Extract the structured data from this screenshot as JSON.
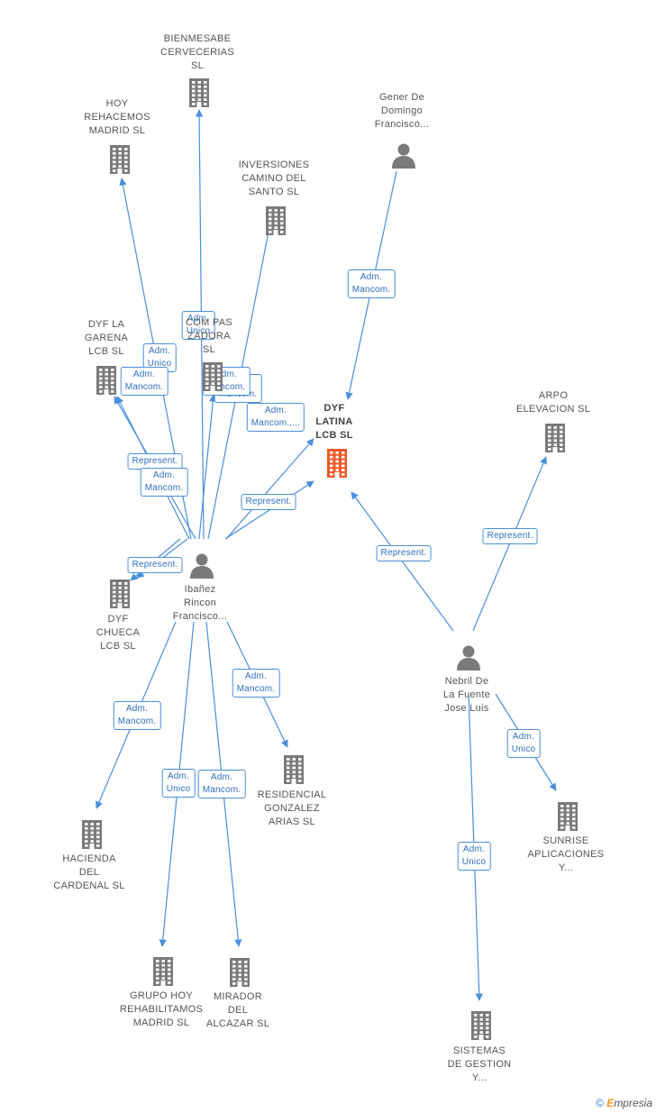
{
  "diagram": {
    "colors": {
      "edge": "#4a8fdc",
      "label_border": "#4a8fdc",
      "label_text": "#2f6fbf",
      "company": "#7a7a7a",
      "main_company": "#f05a28",
      "person": "#7a7a7a"
    },
    "nodes": [
      {
        "id": "bienmesabe",
        "type": "company",
        "label": "BIENMESABE\nCERVECERIAS\nSL",
        "icon": "building-icon"
      },
      {
        "id": "hoy_rehacemos",
        "type": "company",
        "label": "HOY\nREHACEMOS\nMADRID SL",
        "icon": "building-icon"
      },
      {
        "id": "inversiones",
        "type": "company",
        "label": "INVERSIONES\nCAMINO DEL\nSANTO SL",
        "icon": "building-icon"
      },
      {
        "id": "gener",
        "type": "person",
        "label": "Gener De\nDomingo\nFrancisco...",
        "icon": "person-icon"
      },
      {
        "id": "dyf_garena",
        "type": "company",
        "label": "DYF LA\nGARENA\nLCB SL",
        "icon": "building-icon"
      },
      {
        "id": "comercializadora",
        "type": "company",
        "label": "COM      PAS\n         ZADORA\nSL",
        "icon": "building-icon"
      },
      {
        "id": "dyf_latina",
        "type": "main",
        "label": "DYF\nLATINA\nLCB SL",
        "icon": "building-icon"
      },
      {
        "id": "arpo",
        "type": "company",
        "label": "ARPO\nELEVACION SL",
        "icon": "building-icon"
      },
      {
        "id": "ibanez",
        "type": "person",
        "label": "Ibañez\nRincon\nFrancisco...",
        "icon": "person-icon"
      },
      {
        "id": "dyf_chueca",
        "type": "company",
        "label": "DYF\nCHUECA\nLCB SL",
        "icon": "building-icon"
      },
      {
        "id": "nebril",
        "type": "person",
        "label": "Nebril De\nLa Fuente\nJose Luis",
        "icon": "person-icon"
      },
      {
        "id": "residencial",
        "type": "company",
        "label": "RESIDENCIAL\nGONZALEZ\nARIAS SL",
        "icon": "building-icon"
      },
      {
        "id": "hacienda",
        "type": "company",
        "label": "HACIENDA\nDEL\nCARDENAL SL",
        "icon": "building-icon"
      },
      {
        "id": "sunrise",
        "type": "company",
        "label": "SUNRISE\nAPLICACIONES\nY...",
        "icon": "building-icon"
      },
      {
        "id": "grupo_hoy",
        "type": "company",
        "label": "GRUPO HOY\nREHABILITAMOS\nMADRID SL",
        "icon": "building-icon"
      },
      {
        "id": "mirador",
        "type": "company",
        "label": "MIRADOR\nDEL\nALCAZAR SL",
        "icon": "building-icon"
      },
      {
        "id": "sistemas",
        "type": "company",
        "label": "SISTEMAS\nDE GESTION\nY...",
        "icon": "building-icon"
      }
    ],
    "edges": [
      {
        "from": "ibanez",
        "to": "bienmesabe",
        "label": "Adm.\nUnico"
      },
      {
        "from": "ibanez",
        "to": "hoy_rehacemos",
        "label": "Adm.\nUnico"
      },
      {
        "from": "ibanez",
        "to": "inversiones",
        "label": "Adm.\nMancom."
      },
      {
        "from": "ibanez",
        "to": "dyf_garena",
        "label": "Adm.\nMancom."
      },
      {
        "from": "ibanez",
        "to": "comercializadora",
        "label": "Adm.\nMancom."
      },
      {
        "from": "ibanez",
        "to": "dyf_latina",
        "label": "Adm.\nMancom.,..."
      },
      {
        "from": "ibanez",
        "to": "dyf_latina",
        "label": "Represent."
      },
      {
        "from": "ibanez",
        "to": "dyf_garena",
        "label": "Represent."
      },
      {
        "from": "ibanez",
        "to": "dyf_chueca",
        "label": "Adm.\nMancom."
      },
      {
        "from": "ibanez",
        "to": "dyf_chueca",
        "label": "Represent."
      },
      {
        "from": "ibanez",
        "to": "residencial",
        "label": "Adm.\nMancom."
      },
      {
        "from": "ibanez",
        "to": "hacienda",
        "label": "Adm.\nMancom."
      },
      {
        "from": "ibanez",
        "to": "grupo_hoy",
        "label": "Adm.\nUnico"
      },
      {
        "from": "ibanez",
        "to": "mirador",
        "label": "Adm.\nMancom."
      },
      {
        "from": "gener",
        "to": "dyf_latina",
        "label": "Adm.\nMancom."
      },
      {
        "from": "nebril",
        "to": "dyf_latina",
        "label": "Represent."
      },
      {
        "from": "nebril",
        "to": "arpo",
        "label": "Represent."
      },
      {
        "from": "nebril",
        "to": "sunrise",
        "label": "Adm.\nUnico"
      },
      {
        "from": "nebril",
        "to": "sistemas",
        "label": "Adm.\nUnico"
      }
    ]
  },
  "footer": {
    "copyright": "©",
    "brand_initial": "E",
    "brand_rest": "mpresia"
  }
}
